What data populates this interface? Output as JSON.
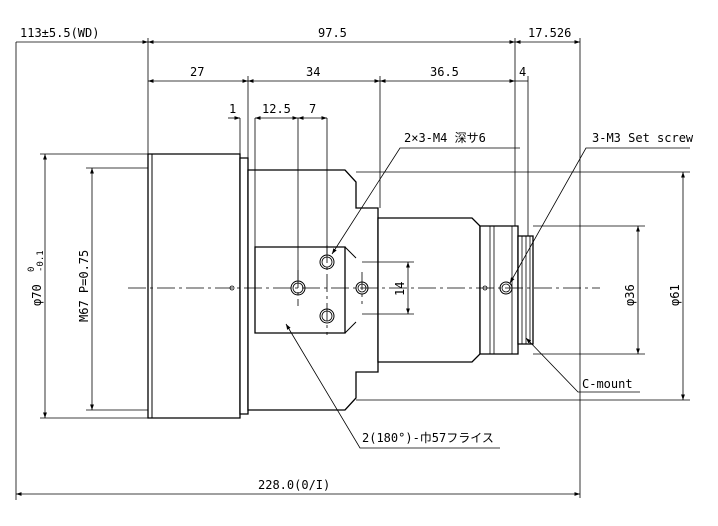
{
  "dimensions": {
    "wd": "113±5.5(WD)",
    "d97": "97.5",
    "d17": "17.526",
    "d27": "27",
    "d34": "34",
    "d36_5": "36.5",
    "d4": "4",
    "d1": "1",
    "d12_5": "12.5",
    "d7": "7",
    "d14": "14",
    "d228": "228.0(0/I)",
    "dia70": "φ70",
    "dia70_tol_upper": "0",
    "dia70_tol_lower": "-0.1",
    "m67": "M67 P=0.75",
    "dia36": "φ36",
    "dia61": "φ61"
  },
  "labels": {
    "tapped_holes": "2×3-M4 深サ6",
    "set_screw": "3-M3 Set screw",
    "mount": "C-mount",
    "flats": "2(180°)-巾57フライス"
  }
}
